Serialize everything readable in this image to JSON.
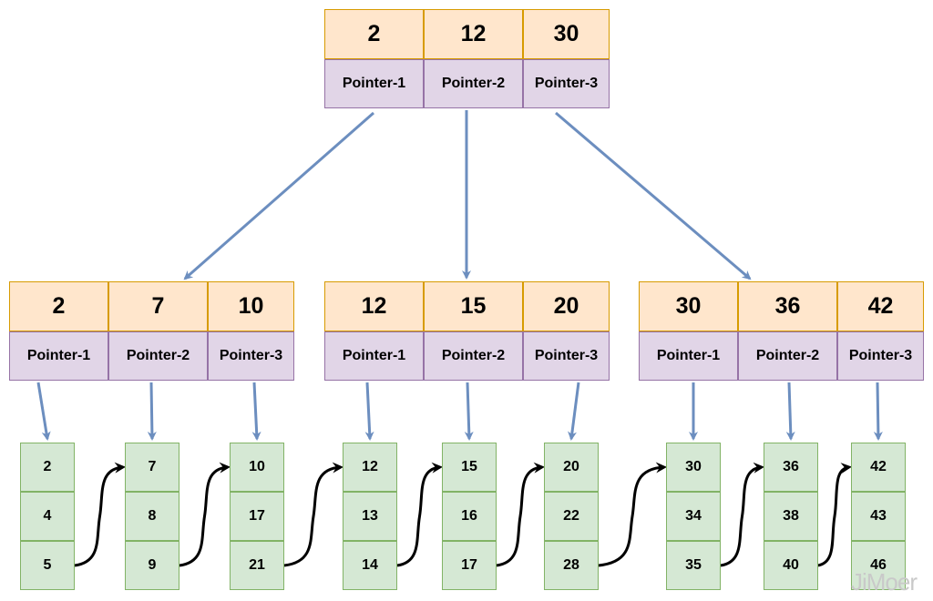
{
  "root": {
    "keys": [
      "2",
      "12",
      "30"
    ],
    "pointers": [
      "Pointer-1",
      "Pointer-2",
      "Pointer-3"
    ]
  },
  "internal_nodes": [
    {
      "keys": [
        "2",
        "7",
        "10"
      ],
      "pointers": [
        "Pointer-1",
        "Pointer-2",
        "Pointer-3"
      ]
    },
    {
      "keys": [
        "12",
        "15",
        "20"
      ],
      "pointers": [
        "Pointer-1",
        "Pointer-2",
        "Pointer-3"
      ]
    },
    {
      "keys": [
        "30",
        "36",
        "42"
      ],
      "pointers": [
        "Pointer-1",
        "Pointer-2",
        "Pointer-3"
      ]
    }
  ],
  "leaves": [
    [
      "2",
      "4",
      "5"
    ],
    [
      "7",
      "8",
      "9"
    ],
    [
      "10",
      "17",
      "21"
    ],
    [
      "12",
      "13",
      "14"
    ],
    [
      "15",
      "16",
      "17"
    ],
    [
      "20",
      "22",
      "28"
    ],
    [
      "30",
      "34",
      "35"
    ],
    [
      "36",
      "38",
      "40"
    ],
    [
      "42",
      "43",
      "46"
    ]
  ],
  "colors": {
    "key_fill": "#ffe6cc",
    "key_border": "#d79b00",
    "pointer_fill": "#e1d5e7",
    "pointer_border": "#9673a6",
    "leaf_fill": "#d5e8d4",
    "leaf_border": "#82b366",
    "tree_arrow": "#6c8ebf",
    "leaf_link": "#000000"
  },
  "watermark": "JiMoer"
}
